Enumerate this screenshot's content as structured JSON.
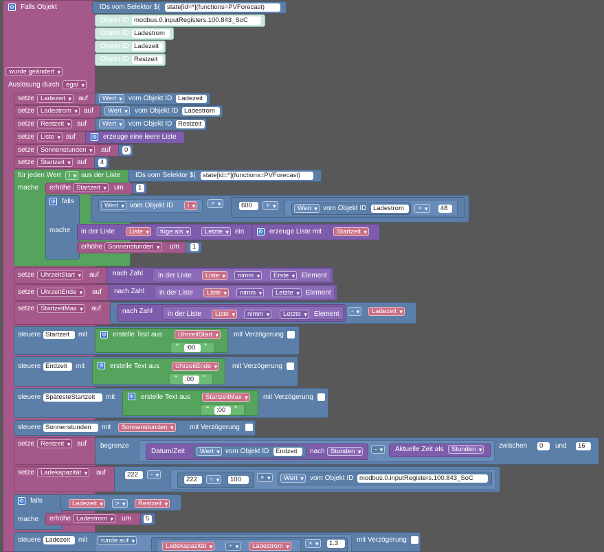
{
  "trigger": {
    "falls_objekt": "Falls Objekt",
    "ids_selektor": "IDs vom Selektor $(",
    "selector": "state[id=*](functions=PVForecast)",
    "objekt_id": "Objekt ID",
    "ids": [
      "modbus.0.inputRegisters.100.843_SoC",
      "Ladestrom",
      "Ladezeit",
      "Restzeit"
    ],
    "wurde_geaendert": "wurde geändert",
    "ausloesung": "Auslösung durch",
    "egal": "egal"
  },
  "kw": {
    "setze": "setze",
    "auf": "auf",
    "wert": "Wert",
    "vom_objekt_id": "vom Objekt ID",
    "erzeuge_leere_liste": "erzeuge eine leere Liste",
    "fuer_jeden_wert": "für jeden Wert",
    "i": "i",
    "aus_der_liste": "aus der Liste",
    "mache": "mache",
    "erhoehe": "erhöhe",
    "um": "um",
    "falls": "falls",
    "in_der_liste": "in der Liste",
    "fuege_als": "füge als",
    "letzte": "Letzte",
    "ein": "ein",
    "erzeuge_liste_mit": "erzeuge Liste mit",
    "nach_zahl": "nach Zahl",
    "nimm": "nimm",
    "erste": "Erste",
    "element": "Element",
    "steuere": "steuere",
    "mit": "mit",
    "erstelle_text_aus": "erstelle Text aus",
    "mit_verzoegerung": "mit Verzögerung",
    "begrenze": "begrenze",
    "datum_zeit": "Datum/Zeit",
    "nach": "nach",
    "stunden": "Stunden",
    "aktuelle_zeit_als": "Aktuelle Zeit als",
    "zwischen": "zwischen",
    "und": "und",
    "runde_auf": "runde auf",
    "gt": ">",
    "plus": "+",
    "minus": "-",
    "times": "×",
    "div": "÷",
    "quote_l": "“",
    "quote_r": "”",
    "text_00": ":00"
  },
  "vars": {
    "ladezeit": "Ladezeit",
    "ladestrom": "Ladestrom",
    "restzeit": "Restzeit",
    "liste": "Liste",
    "sonnenstunden": "Sonnenstunden",
    "startzeit": "Startzeit",
    "uhrzeitstart": "UhrzeitStart",
    "uhrzeitende": "UhrzeitEnde",
    "startzeitmax": "StartzeitMax",
    "endzeit": "Endzeit",
    "spaeteste": "SpätesteStartzeit",
    "ladekapazitaet": "Ladekapazität",
    "soc_id": "modbus.0.inputRegisters.100.843_SoC"
  },
  "numbers": {
    "n0": "0",
    "n4": "4",
    "n1": "1",
    "n600": "600",
    "n48": "48",
    "n16": "16",
    "n222": "222",
    "n100": "100",
    "n5": "5",
    "n1_3": "1.3"
  }
}
